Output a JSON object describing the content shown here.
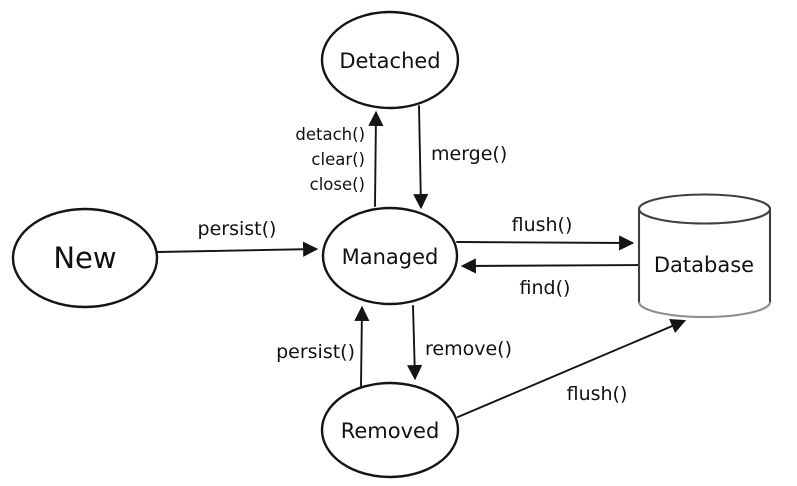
{
  "diagram": {
    "type": "state-transition-diagram",
    "background_color": "#ffffff",
    "stroke_color": "#141414",
    "cylinder_stroke_color": "#3f3f3f",
    "cylinder_shade_color": "#8f8f8f",
    "text_color": "#111111",
    "nodes": [
      {
        "id": "new",
        "label": "New",
        "shape": "ellipse"
      },
      {
        "id": "detached",
        "label": "Detached",
        "shape": "ellipse"
      },
      {
        "id": "managed",
        "label": "Managed",
        "shape": "ellipse"
      },
      {
        "id": "removed",
        "label": "Removed",
        "shape": "ellipse"
      },
      {
        "id": "database",
        "label": "Database",
        "shape": "cylinder"
      }
    ],
    "edges": [
      {
        "from": "new",
        "to": "managed",
        "label": "persist()"
      },
      {
        "from": "managed",
        "to": "detached",
        "labels": [
          "detach()",
          "clear()",
          "close()"
        ]
      },
      {
        "from": "detached",
        "to": "managed",
        "label": "merge()"
      },
      {
        "from": "managed",
        "to": "database",
        "label": "flush()"
      },
      {
        "from": "database",
        "to": "managed",
        "label": "find()"
      },
      {
        "from": "managed",
        "to": "removed",
        "label": "remove()"
      },
      {
        "from": "removed",
        "to": "managed",
        "label": "persist()"
      },
      {
        "from": "removed",
        "to": "database",
        "label": "flush()"
      }
    ]
  }
}
